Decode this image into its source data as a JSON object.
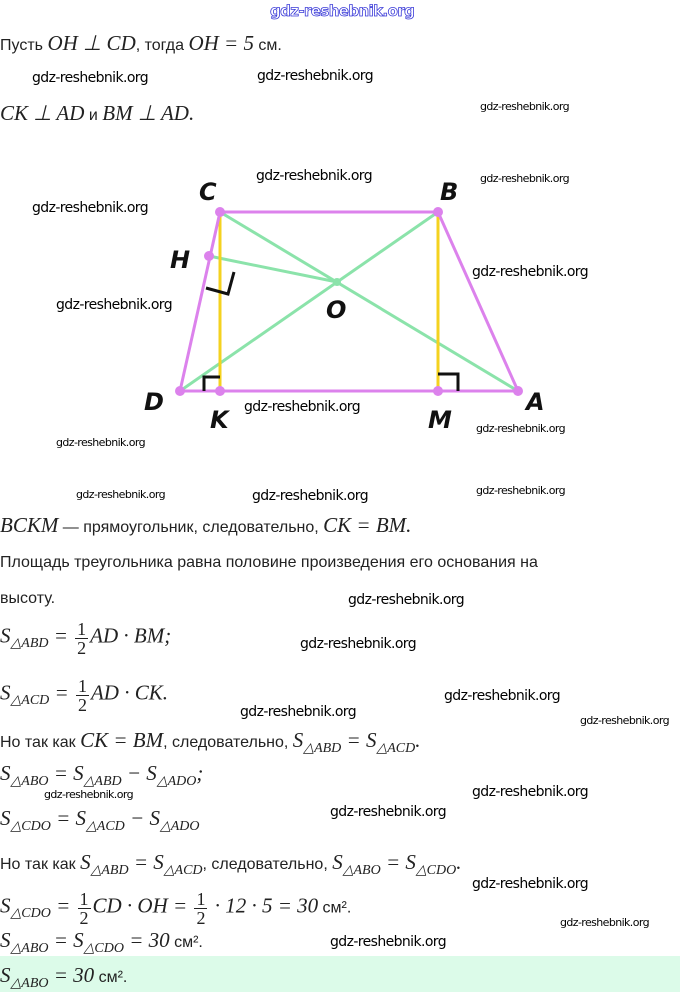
{
  "watermark": "gdz-reshebnik.org",
  "colors": {
    "trapezoid": "#dc82ec",
    "diagonals": "#8be3aa",
    "heights": "#f4d21f",
    "answer_bg": "#dcfbe9"
  },
  "diagram": {
    "labels": {
      "C": "C",
      "B": "B",
      "A": "A",
      "D": "D",
      "H": "H",
      "O": "O",
      "K": "K",
      "M": "M"
    }
  },
  "lines": [
    [
      {
        "k": "t",
        "v": "Пусть "
      },
      {
        "k": "m",
        "v": "OH ⊥ CD"
      },
      {
        "k": "t",
        "v": ", тогда "
      },
      {
        "k": "m",
        "v": "OH = 5"
      },
      {
        "k": "t",
        "v": " см."
      }
    ],
    [
      {
        "k": "m",
        "v": "CK ⊥ AD"
      },
      {
        "k": "t",
        "v": " и "
      },
      {
        "k": "m",
        "v": "BM ⊥ AD."
      }
    ],
    [
      {
        "k": "m",
        "v": "BCKM"
      },
      {
        "k": "t",
        "v": " — прямоугольник, следовательно, "
      },
      {
        "k": "m",
        "v": "CK = BM."
      }
    ],
    [
      {
        "k": "t",
        "v": "Площадь треугольника равна половине произведения его основания на"
      }
    ],
    [
      {
        "k": "t",
        "v": "высоту."
      }
    ],
    [
      {
        "k": "m",
        "v": "S"
      },
      {
        "k": "sub",
        "v": "△ABD"
      },
      {
        "k": "m",
        "v": " = "
      },
      {
        "k": "frac",
        "n": "1",
        "d": "2"
      },
      {
        "k": "m",
        "v": "AD · BM;"
      }
    ],
    [
      {
        "k": "m",
        "v": "S"
      },
      {
        "k": "sub",
        "v": "△ACD"
      },
      {
        "k": "m",
        "v": " = "
      },
      {
        "k": "frac",
        "n": "1",
        "d": "2"
      },
      {
        "k": "m",
        "v": "AD · CK."
      }
    ],
    [
      {
        "k": "t",
        "v": "Но так как "
      },
      {
        "k": "m",
        "v": "CK = BM"
      },
      {
        "k": "t",
        "v": ", следовательно, "
      },
      {
        "k": "m",
        "v": "S"
      },
      {
        "k": "sub",
        "v": "△ABD"
      },
      {
        "k": "m",
        "v": " = S"
      },
      {
        "k": "sub",
        "v": "△ACD"
      },
      {
        "k": "m",
        "v": "."
      }
    ],
    [
      {
        "k": "m",
        "v": "S"
      },
      {
        "k": "sub",
        "v": "△ABO"
      },
      {
        "k": "m",
        "v": " = S"
      },
      {
        "k": "sub",
        "v": "△ABD"
      },
      {
        "k": "m",
        "v": " − S"
      },
      {
        "k": "sub",
        "v": "△ADO"
      },
      {
        "k": "m",
        "v": ";"
      }
    ],
    [
      {
        "k": "m",
        "v": "S"
      },
      {
        "k": "sub",
        "v": "△CDO"
      },
      {
        "k": "m",
        "v": " = S"
      },
      {
        "k": "sub",
        "v": "△ACD"
      },
      {
        "k": "m",
        "v": " − S"
      },
      {
        "k": "sub",
        "v": "△ADO"
      }
    ],
    [
      {
        "k": "t",
        "v": "Но так как "
      },
      {
        "k": "m",
        "v": "S"
      },
      {
        "k": "sub",
        "v": "△ABD"
      },
      {
        "k": "m",
        "v": " = S"
      },
      {
        "k": "sub",
        "v": "△ACD"
      },
      {
        "k": "t",
        "v": ", следовательно, "
      },
      {
        "k": "m",
        "v": "S"
      },
      {
        "k": "sub",
        "v": "△ABO"
      },
      {
        "k": "m",
        "v": " = S"
      },
      {
        "k": "sub",
        "v": "△CDO"
      },
      {
        "k": "m",
        "v": "."
      }
    ],
    [
      {
        "k": "m",
        "v": "S"
      },
      {
        "k": "sub",
        "v": "△CDO"
      },
      {
        "k": "m",
        "v": " = "
      },
      {
        "k": "frac",
        "n": "1",
        "d": "2"
      },
      {
        "k": "m",
        "v": "CD · OH = "
      },
      {
        "k": "frac",
        "n": "1",
        "d": "2"
      },
      {
        "k": "m",
        "v": " · 12 · 5 = 30"
      },
      {
        "k": "t",
        "v": " см²."
      }
    ],
    [
      {
        "k": "m",
        "v": "S"
      },
      {
        "k": "sub",
        "v": "△ABO"
      },
      {
        "k": "m",
        "v": " = S"
      },
      {
        "k": "sub",
        "v": "△CDO"
      },
      {
        "k": "m",
        "v": " = 30"
      },
      {
        "k": "t",
        "v": " см²."
      }
    ],
    [
      {
        "k": "m",
        "v": "S"
      },
      {
        "k": "sub",
        "v": "△ABO"
      },
      {
        "k": "m",
        "v": " = 30"
      },
      {
        "k": "t",
        "v": " см²."
      }
    ]
  ]
}
